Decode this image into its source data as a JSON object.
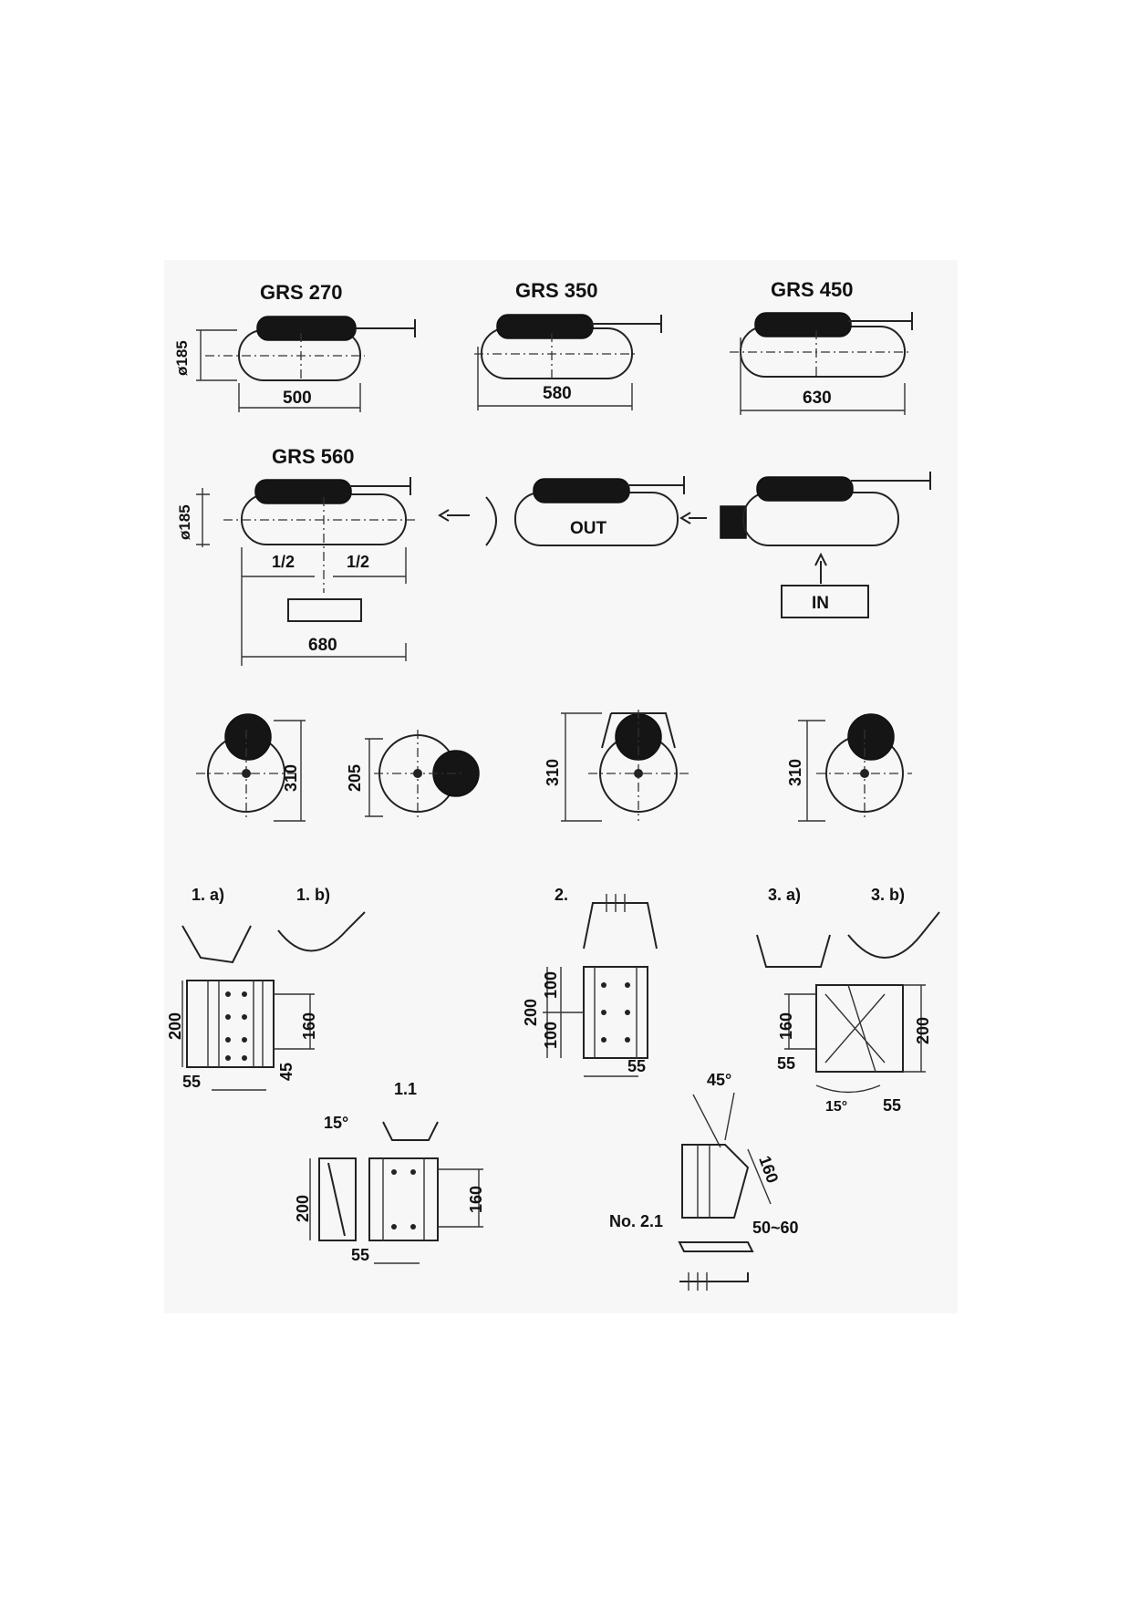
{
  "models": [
    {
      "title": "GRS 270",
      "length": "500",
      "diameter": "ø185"
    },
    {
      "title": "GRS 350",
      "length": "580"
    },
    {
      "title": "GRS 450",
      "length": "630"
    },
    {
      "title": "GRS 560",
      "length": "680",
      "diameter": "ø185",
      "half_left": "1/2",
      "half_right": "1/2"
    }
  ],
  "flow": {
    "out_label": "OUT",
    "in_label": "IN"
  },
  "end_views": {
    "h1": "310",
    "h2": "205",
    "h3": "310",
    "h4": "310"
  },
  "mounts": {
    "m1a": "1. a)",
    "m1b": "1. b)",
    "m2": "2.",
    "m3a": "3. a)",
    "m3b": "3. b)",
    "m11": "1.1",
    "m21": "No. 2.1",
    "d1_200": "200",
    "d1_160": "160",
    "d1_55": "55",
    "d1_45": "45",
    "d2_200": "200",
    "d2_100a": "100",
    "d2_100b": "100",
    "d2_55": "55",
    "d3_160": "160",
    "d3_200": "200",
    "d3_55a": "55",
    "d3_15": "15°",
    "d3_55b": "55",
    "d11_15": "15°",
    "d11_200": "200",
    "d11_160": "160",
    "d11_55": "55",
    "d21_45": "45°",
    "d21_160": "160",
    "d21_range": "50~60"
  }
}
